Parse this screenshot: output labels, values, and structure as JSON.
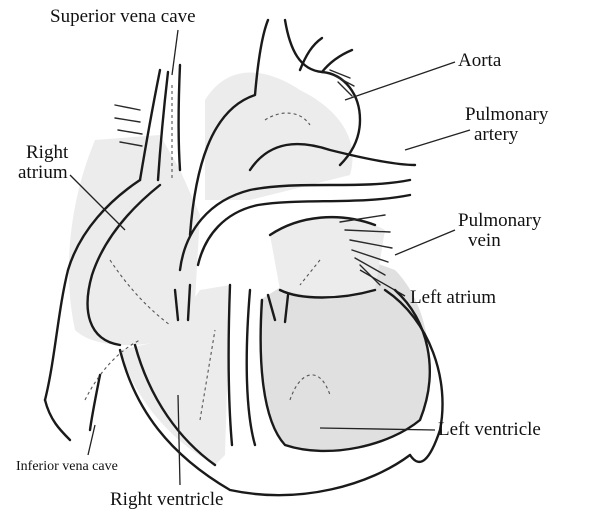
{
  "diagram": {
    "labels": {
      "superior_vena_cava": "Superior vena cave",
      "aorta": "Aorta",
      "pulmonary_artery_line1": "Pulmonary",
      "pulmonary_artery_line2": "artery",
      "right_atrium_line1": "Right",
      "right_atrium_line2": "atrium",
      "pulmonary_vein_line1": "Pulmonary",
      "pulmonary_vein_line2": "vein",
      "left_atrium": "Left atrium",
      "left_ventricle": "Left ventricle",
      "inferior_vena_cava": "Inferior vena cave",
      "right_ventricle": "Right ventricle"
    }
  }
}
